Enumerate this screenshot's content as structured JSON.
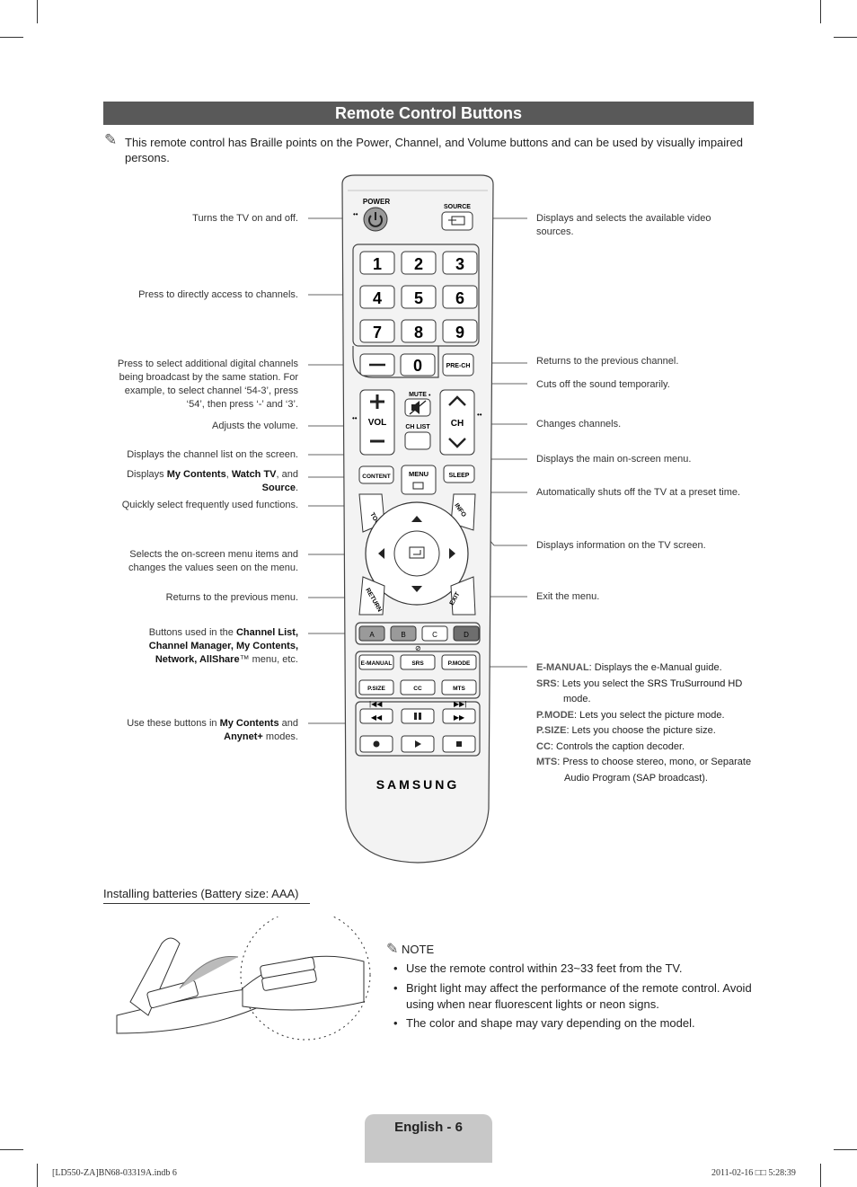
{
  "title": "Remote Control Buttons",
  "intro": "This remote control has Braille points on the Power, Channel, and Volume buttons and can be used by visually impaired persons.",
  "left_labels": {
    "power": "Turns the TV on and off.",
    "numbers": "Press to directly access to channels.",
    "dash": "Press to select additional digital channels being broadcast by the same station. For example, to select channel ‘54-3’, press ‘54’, then press ‘-’ and ‘3’.",
    "vol": "Adjusts the volume.",
    "chlist": "Displays the channel list on the screen.",
    "content_pre": "Displays ",
    "content_b1": "My Contents",
    "content_mid": ", ",
    "content_b2": "Watch TV",
    "content_mid2": ", and ",
    "content_b3": "Source",
    "content_end": ".",
    "tools": "Quickly select frequently used functions.",
    "nav": "Selects the on-screen menu items and changes the values seen on the menu.",
    "return": "Returns to the previous menu.",
    "color_pre": "Buttons used in the ",
    "color_b": "Channel List, Channel Manager, My Contents, Network, AllShare",
    "color_end": "™ menu, etc.",
    "media_pre": "Use these buttons in ",
    "media_b1": "My Contents",
    "media_mid": " and ",
    "media_b2": "Anynet+",
    "media_end": " modes."
  },
  "right_labels": {
    "source": "Displays and selects the available video sources.",
    "prech": "Returns to the previous channel.",
    "mute": "Cuts off the sound temporarily.",
    "ch": "Changes channels.",
    "menu": "Displays the main on-screen menu.",
    "sleep": "Automatically shuts off the TV at a preset time.",
    "info": "Displays information on the TV screen.",
    "exit": "Exit the menu."
  },
  "function_list": [
    {
      "key": "E-MANUAL",
      "text": ": Displays the e-Manual guide."
    },
    {
      "key": "SRS",
      "text": ": Lets you select the ",
      "bold": "SRS TruSurround HD",
      "tail": "mode."
    },
    {
      "key": "P.MODE",
      "text": ": Lets you select the picture mode."
    },
    {
      "key": "P.SIZE",
      "text": ": Lets you choose the picture size."
    },
    {
      "key": "CC",
      "text": ": Controls the caption decoder."
    },
    {
      "key": "MTS",
      "text": ": Press to choose stereo, mono, or Separate",
      "tail": "Audio Program (SAP broadcast)."
    }
  ],
  "remote": {
    "power": "POWER",
    "source": "SOURCE",
    "digits": [
      "1",
      "2",
      "3",
      "4",
      "5",
      "6",
      "7",
      "8",
      "9"
    ],
    "zero": "0",
    "prech": "PRE-CH",
    "vol": "VOL",
    "mute": "MUTE",
    "chlist": "CH LIST",
    "ch": "CH",
    "content": "CONTENT",
    "menu": "MENU",
    "sleep": "SLEEP",
    "tools": "TOOLS",
    "info": "INFO",
    "return": "RETURN",
    "exit": "EXIT",
    "colors": [
      "A",
      "B",
      "C",
      "D"
    ],
    "row1": [
      "E-MANUAL",
      "SRS",
      "P.MODE"
    ],
    "row2": [
      "P.SIZE",
      "CC",
      "MTS"
    ],
    "brand": "SAMSUNG"
  },
  "battery_title": "Installing batteries (Battery size: AAA)",
  "note_title": "NOTE",
  "notes": [
    "Use the remote control within 23~33 feet from the TV.",
    "Bright light may affect the performance of the remote control. Avoid using when near fluorescent lights or neon signs.",
    "The color and shape may vary depending on the model."
  ],
  "page_label": "English - 6",
  "footer_left": "[LD550-ZA]BN68-03319A.indb   6",
  "footer_right": "2011-02-16   □□ 5:28:39",
  "colors": {
    "title_bar": "#595959",
    "tab": "#c8c8c8"
  },
  "icons": [
    "note-pencil-icon",
    "power-icon",
    "source-icon",
    "mute-icon",
    "enter-icon",
    "arrow-icons"
  ]
}
